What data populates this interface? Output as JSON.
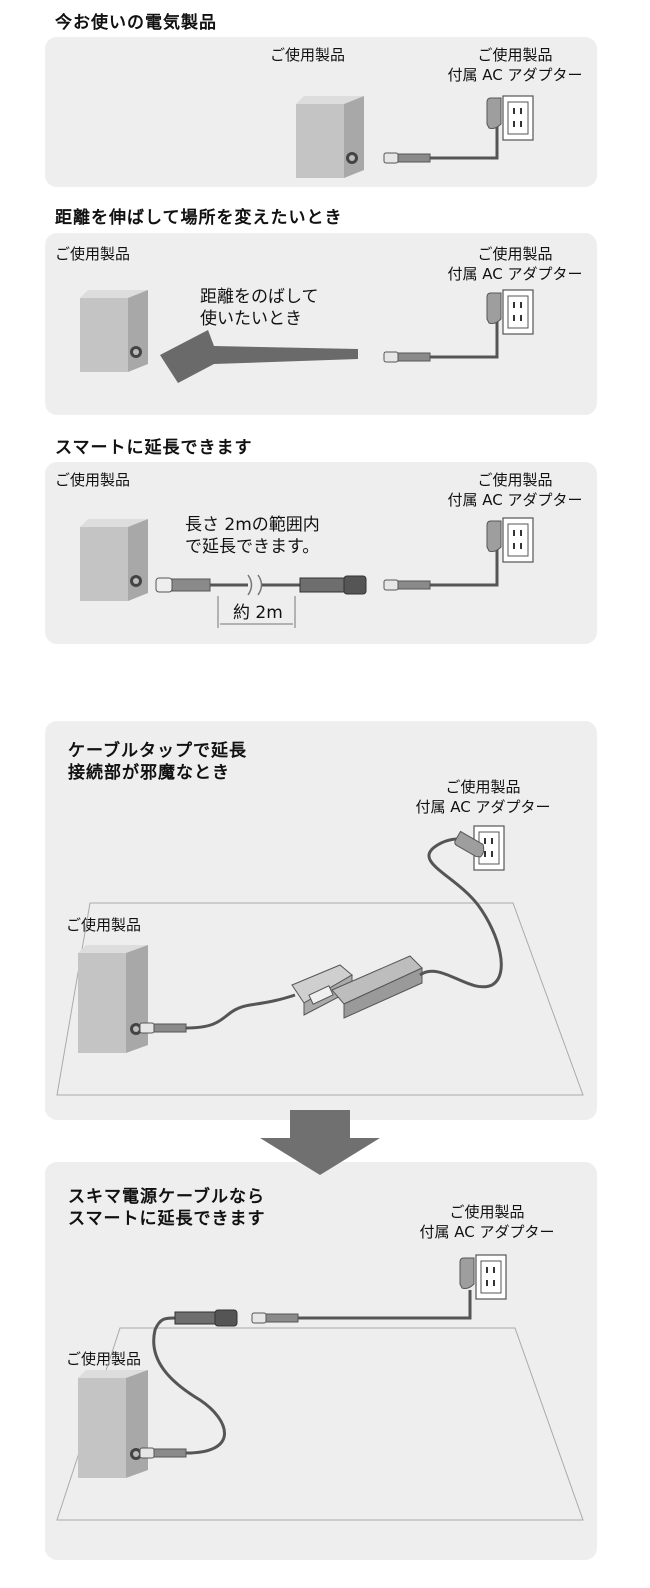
{
  "sections": [
    {
      "heading": "今お使いの電気製品",
      "product_label": "ご使用製品",
      "adapter_label": "ご使用製品\n付属 AC アダプター"
    },
    {
      "heading": "距離を伸ばして場所を変えたいとき",
      "product_label": "ご使用製品",
      "adapter_label": "ご使用製品\n付属 AC アダプター",
      "note": "距離をのばして\n使いたいとき"
    },
    {
      "heading": "スマートに延長できます",
      "product_label": "ご使用製品",
      "adapter_label": "ご使用製品\n付属 AC アダプター",
      "note": "長さ 2mの範囲内\nで延長できます。",
      "length_label": "約 2m"
    },
    {
      "heading": "ケーブルタップで延長\n接続部が邪魔なとき",
      "product_label": "ご使用製品",
      "adapter_label": "ご使用製品\n付属 AC アダプター"
    },
    {
      "heading": "スキマ電源ケーブルなら\nスマートに延長できます",
      "product_label": "ご使用製品",
      "adapter_label": "ご使用製品\n付属 AC アダプター"
    }
  ],
  "colors": {
    "panel": "#eeeeee",
    "box_front": "#bdbdbd",
    "box_side": "#9a9a9a",
    "cable": "#555555",
    "arrow": "#666666"
  }
}
